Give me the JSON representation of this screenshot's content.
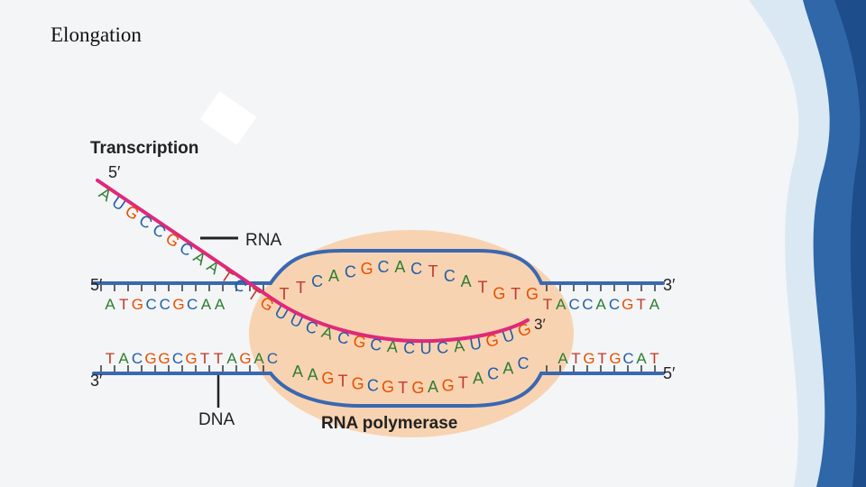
{
  "slide": {
    "title": "Elongation",
    "colors": {
      "background": "#f4f5f6",
      "accent_blue": "#2f67a8",
      "light_blue": "#c7dcf0"
    }
  },
  "diagram": {
    "heading": "Transcription",
    "labels": {
      "rna_5prime": "5′",
      "rna": "RNA",
      "left_top_5prime": "5′",
      "right_top_3prime": "3′",
      "rna_3prime": "3′",
      "left_bottom_3prime": "3′",
      "right_bottom_5prime": "5′",
      "dna": "DNA",
      "polymerase": "RNA polymerase"
    },
    "sequences": {
      "coding_left": "ATGCCGCAA",
      "coding_right": "TACCACGTA",
      "coding_bubble": "TTCACGCACTCATGTG",
      "template_left": "TACGGCGTTAGAC",
      "template_right": "ATGTGCAT",
      "template_bubble": "AAGTGCGTGAGTACAC",
      "rna_transcript": "AUGCCGCAATCTGUUCACGCACUCAUGUG"
    },
    "base_colors": {
      "A": "#2e7d32",
      "T": "#c0392b",
      "G": "#e65100",
      "C": "#1f5fa8",
      "U": "#1f5fa8"
    },
    "colors": {
      "dna_strand": "#3a68b0",
      "rna_strand": "#e0287a",
      "polymerase": "#f8d3b2"
    }
  }
}
